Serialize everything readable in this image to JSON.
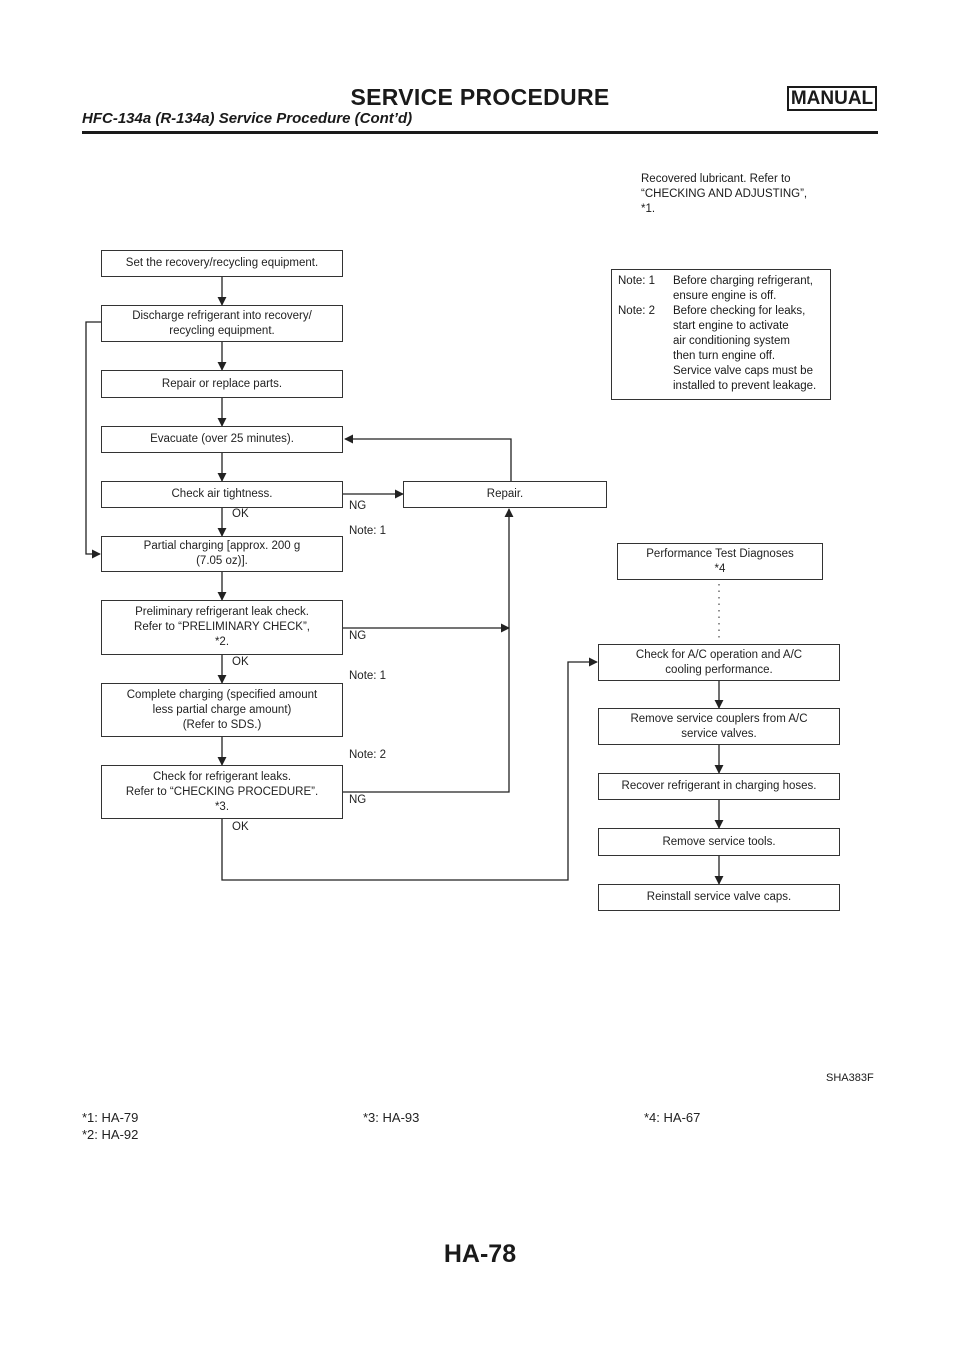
{
  "header": {
    "title": "SERVICE PROCEDURE",
    "badge": "MANUAL",
    "subtitle": "HFC-134a (R-134a) Service Procedure (Cont’d)"
  },
  "flowchart": {
    "top_note": "Recovered lubricant. Refer to\n“CHECKING AND ADJUSTING”,\n*1.",
    "left_steps": [
      "Set the recovery/recycling equipment.",
      "Discharge refrigerant into recovery/\nrecycling equipment.",
      "Repair or replace parts.",
      "Evacuate (over 25 minutes).",
      "Check air tightness.",
      "Partial charging [approx. 200 g\n(7.05 oz)].",
      "Preliminary refrigerant leak check.\nRefer to “PRELIMINARY CHECK”,\n*2.",
      "Complete charging (specified amount\nless partial charge amount)\n(Refer to SDS.)",
      "Check for refrigerant leaks.\nRefer to “CHECKING PROCEDURE”.\n*3."
    ],
    "repair": "Repair.",
    "notes_box": {
      "key1": "Note: 1",
      "val1": "Before charging refrigerant,\nensure engine is off.",
      "key2": "Note: 2",
      "val2": "Before checking for leaks,\nstart engine to activate\nair conditioning system\nthen turn engine off.\nService valve caps must be\ninstalled to prevent leakage."
    },
    "performance_test": "Performance Test Diagnoses\n*4",
    "right_steps": [
      "Check for A/C operation and A/C\ncooling performance.",
      "Remove service couplers from A/C\nservice valves.",
      "Recover refrigerant in charging hoses.",
      "Remove service tools.",
      "Reinstall service valve caps."
    ],
    "labels": {
      "ng": "NG",
      "ok": "OK",
      "note1": "Note: 1",
      "note2": "Note: 2"
    },
    "figure_code": "SHA383F"
  },
  "footnotes": {
    "fn1": "*1: HA-79",
    "fn2": "*2: HA-92",
    "fn3": "*3: HA-93",
    "fn4": "*4: HA-67"
  },
  "page_number": "HA-78"
}
